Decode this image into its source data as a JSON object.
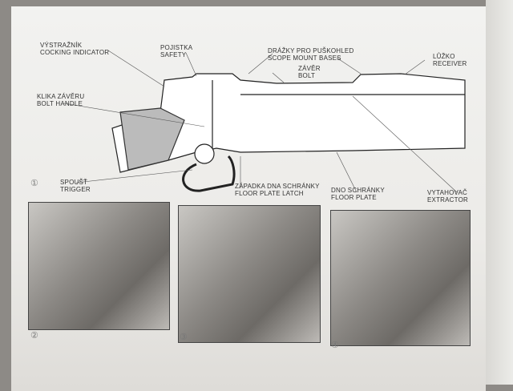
{
  "diagram": {
    "figure_number": "①",
    "labels": {
      "cocking_indicator": {
        "cz": "VÝSTRAŽNÍK",
        "en": "COCKING INDICATOR"
      },
      "safety": {
        "cz": "POJISTKA",
        "en": "SAFETY"
      },
      "scope_mount": {
        "cz": "DRÁŽKY PRO PUŠKOHLED",
        "en": "SCOPE MOUNT BASES"
      },
      "bolt": {
        "cz": "ZÁVĚR",
        "en": "BOLT"
      },
      "receiver": {
        "cz": "LŮŽKO",
        "en": "RECEIVER"
      },
      "bolt_handle": {
        "cz": "KLIKA ZÁVĚRU",
        "en": "BOLT HANDLE"
      },
      "trigger": {
        "cz": "SPOUŠŤ",
        "en": "TRIGGER"
      },
      "floor_plate_latch": {
        "cz": "ZÁPADKA DNA SCHRÁNKY",
        "en": "FLOOR PLATE LATCH"
      },
      "floor_plate": {
        "cz": "DNO SCHRÁNKY",
        "en": "FLOOR PLATE"
      },
      "extractor": {
        "cz": "VYTAHOVAČ",
        "en": "EXTRACTOR"
      }
    }
  },
  "photos": [
    {
      "number": "②"
    },
    {
      "number": "③"
    },
    {
      "number": "④"
    }
  ]
}
